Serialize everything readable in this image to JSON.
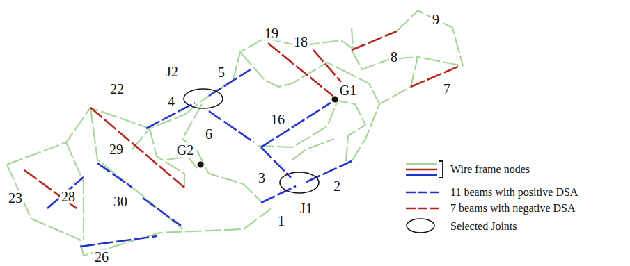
{
  "diagram": {
    "labels": [
      "19",
      "18",
      "9",
      "8",
      "J2",
      "5",
      "4",
      "G1",
      "22",
      "16",
      "7",
      "6",
      "G2",
      "3",
      "2",
      "29",
      "23",
      "28",
      "1",
      "J1",
      "30",
      "26"
    ],
    "legend": [
      {
        "text": "Wire frame nodes"
      },
      {
        "text": "11 beams with positive DSA",
        "color": "#2233cc"
      },
      {
        "text": "7 beams with negative DSA",
        "color": "#b3261e"
      },
      {
        "text": "Selected Joints"
      }
    ]
  }
}
